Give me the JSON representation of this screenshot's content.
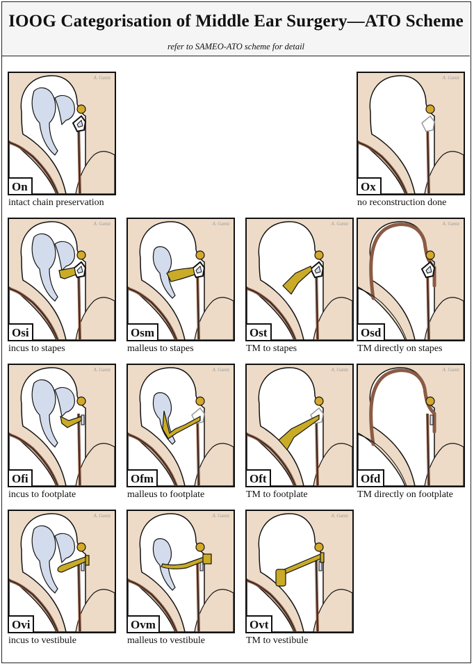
{
  "header": {
    "title": "IOOG Categorisation of Middle Ear Surgery—ATO Scheme",
    "subtitle": "refer to SAMEO-ATO scheme for detail"
  },
  "signature": "A. Gantz",
  "colors": {
    "bone": "#eddbc7",
    "tissue_outline": "#8a5b45",
    "ossicle": "#d3dcec",
    "prosthesis": "#c9ab27",
    "stapes_head": "#d4a82a",
    "outline": "#111111"
  },
  "panels": [
    {
      "code": "On",
      "label": "intact chain preservation",
      "row": 0,
      "col": 0,
      "chain": "full",
      "stapes": "full",
      "prosthesis": "none",
      "tm": "thin"
    },
    {
      "code": "Ox",
      "label": "no reconstruction done",
      "row": 0,
      "col": 3,
      "chain": "none",
      "stapes": "ghost",
      "prosthesis": "none",
      "tm": "thin"
    },
    {
      "code": "Osi",
      "label": "incus to stapes",
      "row": 1,
      "col": 0,
      "chain": "full",
      "stapes": "full",
      "prosthesis": "incus-stapes",
      "tm": "thin"
    },
    {
      "code": "Osm",
      "label": "malleus to stapes",
      "row": 1,
      "col": 1,
      "chain": "malleus",
      "stapes": "full",
      "prosthesis": "malleus-stapes",
      "tm": "thin"
    },
    {
      "code": "Ost",
      "label": "TM to stapes",
      "row": 1,
      "col": 2,
      "chain": "none",
      "stapes": "full",
      "prosthesis": "tm-stapes",
      "tm": "thin"
    },
    {
      "code": "Osd",
      "label": "TM directly on stapes",
      "row": 1,
      "col": 3,
      "chain": "none",
      "stapes": "full",
      "prosthesis": "none",
      "tm": "thick"
    },
    {
      "code": "Ofi",
      "label": "incus to footplate",
      "row": 2,
      "col": 0,
      "chain": "full",
      "stapes": "footplate",
      "prosthesis": "incus-footplate",
      "tm": "thin"
    },
    {
      "code": "Ofm",
      "label": "malleus to footplate",
      "row": 2,
      "col": 1,
      "chain": "malleus",
      "stapes": "ghost",
      "prosthesis": "malleus-footplate",
      "tm": "thin"
    },
    {
      "code": "Oft",
      "label": "TM to footplate",
      "row": 2,
      "col": 2,
      "chain": "none",
      "stapes": "ghost",
      "prosthesis": "tm-footplate",
      "tm": "thin"
    },
    {
      "code": "Ofd",
      "label": "TM directly on footplate",
      "row": 2,
      "col": 3,
      "chain": "none",
      "stapes": "footplate",
      "prosthesis": "none",
      "tm": "thick"
    },
    {
      "code": "Ovi",
      "label": "incus to vestibule",
      "row": 3,
      "col": 0,
      "chain": "full",
      "stapes": "footplate",
      "prosthesis": "incus-vestibule",
      "tm": "thin"
    },
    {
      "code": "Ovm",
      "label": "malleus to vestibule",
      "row": 3,
      "col": 1,
      "chain": "malleus",
      "stapes": "footplate",
      "prosthesis": "malleus-vestibule",
      "tm": "thin"
    },
    {
      "code": "Ovt",
      "label": "TM to vestibule",
      "row": 3,
      "col": 2,
      "chain": "none",
      "stapes": "footplate",
      "prosthesis": "tm-vestibule",
      "tm": "thin"
    }
  ]
}
